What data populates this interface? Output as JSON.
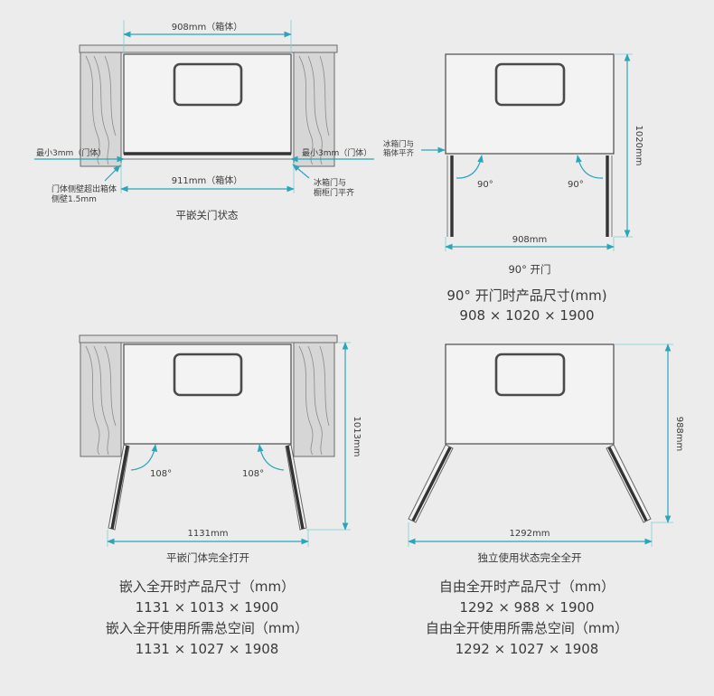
{
  "panel_tl": {
    "dim_top": "908mm（箱体）",
    "dim_bottom": "911mm（箱体）",
    "gap_left": "最小3mm（门体）",
    "gap_right": "最小3mm（门体）",
    "note_left": [
      "门体侧壁超出箱体",
      "侧壁1.5mm"
    ],
    "note_right": [
      "冰箱门与",
      "橱柜门平齐"
    ],
    "caption": "平嵌关门状态"
  },
  "panel_tr": {
    "side_note": [
      "冰箱门与",
      "箱体平齐"
    ],
    "angle_left": "90°",
    "angle_right": "90°",
    "dim_width": "908mm",
    "dim_depth": "1020mm",
    "caption": "90°  开门",
    "size_title": "90°  开门时产品尺寸(mm)",
    "size_value": "908 × 1020 × 1900"
  },
  "panel_bl": {
    "angle_left": "108°",
    "angle_right": "108°",
    "dim_width": "1131mm",
    "dim_depth": "1013mm",
    "caption": "平嵌门体完全打开",
    "line1": "嵌入全开时产品尺寸（mm）",
    "line2": "1131 × 1013 × 1900",
    "line3": "嵌入全开使用所需总空间（mm）",
    "line4": "1131 × 1027 × 1908"
  },
  "panel_br": {
    "dim_width": "1292mm",
    "dim_depth": "988mm",
    "caption": "独立使用状态完全全开",
    "line1": "自由全开时产品尺寸（mm）",
    "line2": "1292 × 988 × 1900",
    "line3": "自由全开使用所需总空间（mm）",
    "line4": "1292 × 1027 × 1908"
  },
  "colors": {
    "dimension": "#2aa6b8",
    "outline": "#4a4a4a",
    "background": "#ececec"
  }
}
